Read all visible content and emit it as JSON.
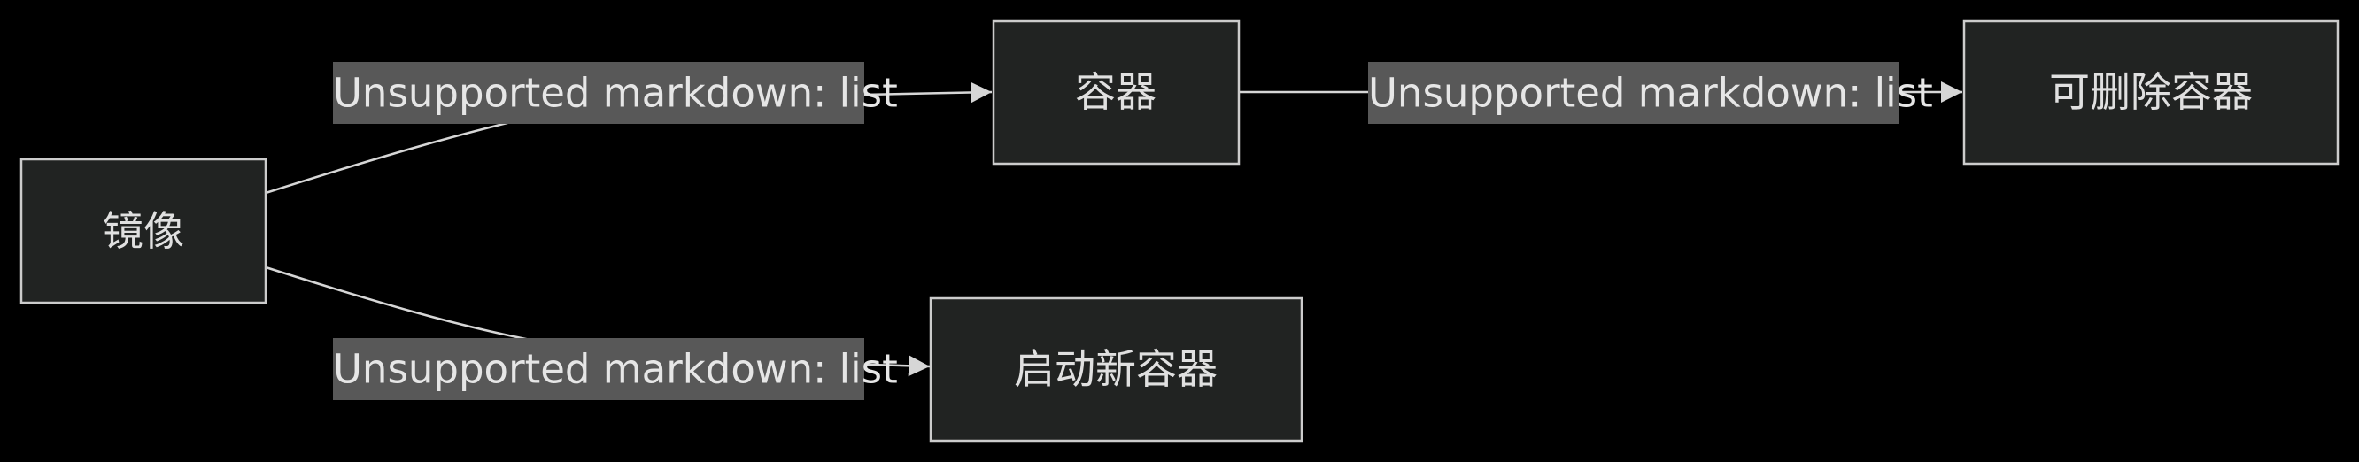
{
  "nodes": {
    "image": "镜像",
    "container": "容器",
    "deletable_container": "可删除容器",
    "start_new_container": "启动新容器"
  },
  "edges": {
    "image_to_container": "Unsupported markdown: list",
    "container_to_deletable": "Unsupported markdown: list",
    "image_to_new_container": "Unsupported markdown: list"
  },
  "colors": {
    "background": "#000000",
    "node_fill": "#212322",
    "node_stroke": "#cccccc",
    "edge": "#d6d6d6",
    "label_bg": "#585858",
    "text": "#e0e0e0"
  }
}
